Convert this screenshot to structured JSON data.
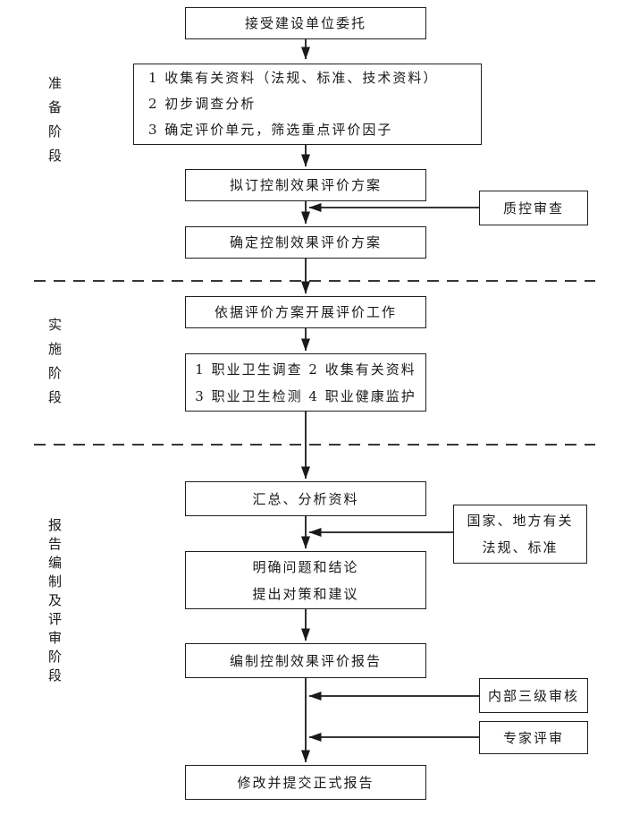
{
  "diagram": {
    "stages": [
      {
        "label": "准备阶段"
      },
      {
        "label": "实施阶段"
      },
      {
        "label": "报告编制及评审阶段"
      }
    ],
    "nodes": {
      "accept_commission": "接受建设单位委托",
      "preparation_steps": {
        "line1": "1 收集有关资料（法规、标准、技术资料）",
        "line2": "2 初步调查分析",
        "line3": "3 确定评价单元，筛选重点评价因子"
      },
      "draft_plan": "拟订控制效果评价方案",
      "qc_review": "质控审查",
      "confirm_plan": "确定控制效果评价方案",
      "conduct_evaluation": "依据评价方案开展评价工作",
      "implementation_steps": {
        "line1": "1 职业卫生调查 2 收集有关资料",
        "line2": "3 职业卫生检测 4 职业健康监护"
      },
      "summarize_data": "汇总、分析资料",
      "laws_standards": {
        "line1": "国家、地方有关",
        "line2": "法规、标准"
      },
      "conclusions": {
        "line1": "明确问题和结论",
        "line2": "提出对策和建议"
      },
      "compile_report": "编制控制效果评价报告",
      "internal_review": "内部三级审核",
      "expert_review": "专家评审",
      "final_report": "修改并提交正式报告"
    },
    "line_color": "#1a1a1a"
  }
}
